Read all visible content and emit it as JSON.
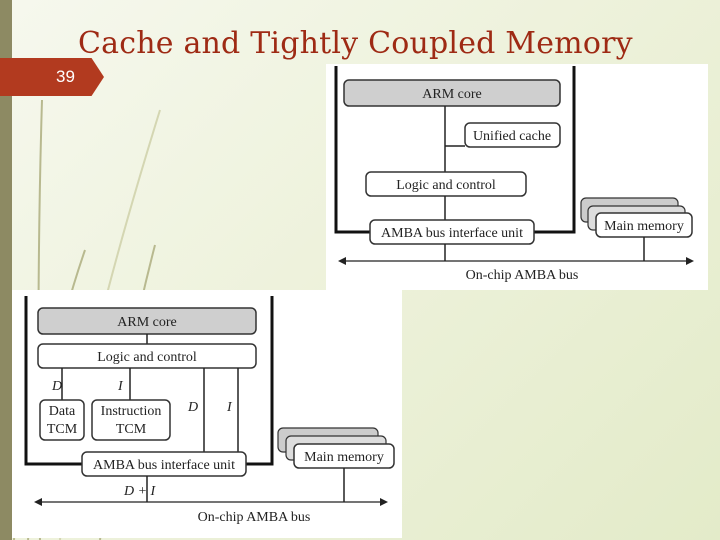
{
  "slide": {
    "title": "Cache and Tightly Coupled Memory",
    "number": "39"
  },
  "diagram_cache": {
    "arm_core": "ARM core",
    "unified_cache": "Unified cache",
    "logic_control": "Logic and control",
    "amba_interface": "AMBA bus interface unit",
    "main_memory": "Main memory",
    "bus": "On-chip AMBA bus"
  },
  "diagram_tcm": {
    "arm_core": "ARM core",
    "logic_control": "Logic and control",
    "d_label": "D",
    "i_label": "I",
    "data_tcm_line1": "Data",
    "data_tcm_line2": "TCM",
    "instr_tcm_line1": "Instruction",
    "instr_tcm_line2": "TCM",
    "d_right": "D",
    "i_right": "I",
    "amba_interface": "AMBA bus interface unit",
    "main_memory": "Main memory",
    "d_plus_i": "D + I",
    "bus": "On-chip AMBA bus"
  }
}
